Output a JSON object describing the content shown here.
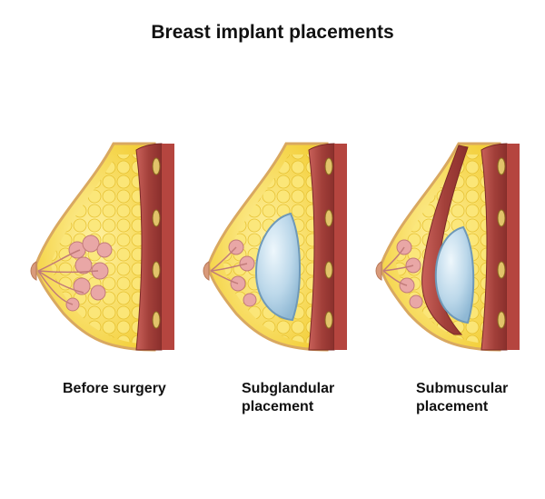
{
  "title": "Breast implant placements",
  "panels": [
    {
      "id": "before",
      "caption_lines": [
        "Before surgery"
      ]
    },
    {
      "id": "subglandular",
      "caption_lines": [
        "Subglandular",
        "placement"
      ]
    },
    {
      "id": "submuscular",
      "caption_lines": [
        "Submuscular",
        "placement"
      ]
    }
  ],
  "colors": {
    "fat": "#f7d84a",
    "fat_lobule": "#fbe77a",
    "skin": "#f4c89a",
    "muscle": "#a3403a",
    "muscle_light": "#c9615a",
    "gland": "#e9a7a6",
    "implant": "#bcd8ea",
    "rib": "#e2c36a"
  }
}
